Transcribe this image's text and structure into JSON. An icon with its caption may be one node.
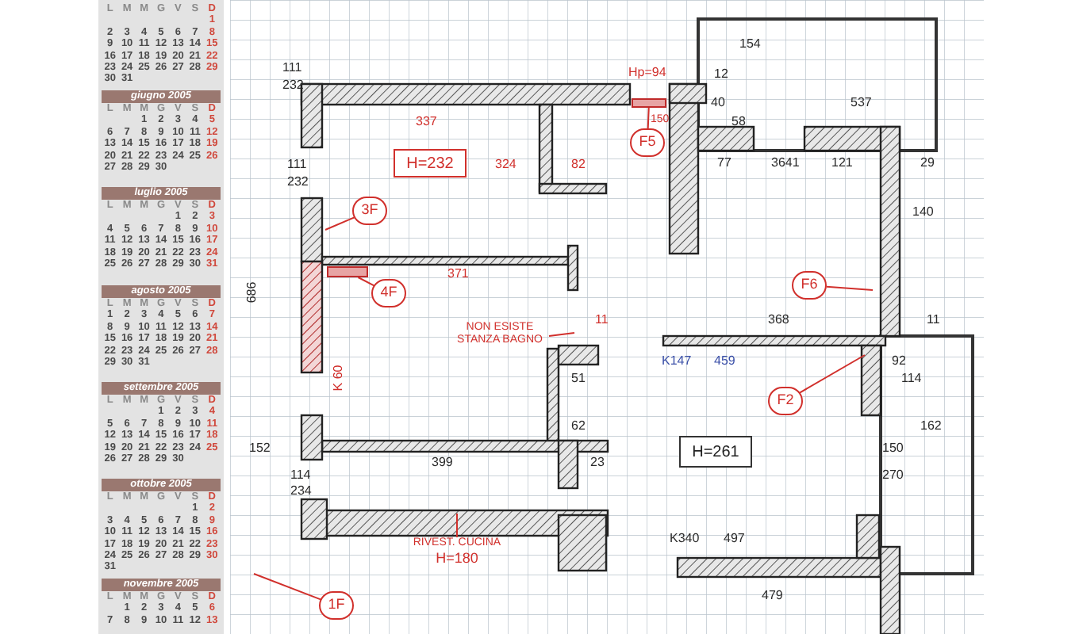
{
  "diagram": {
    "nodes": [
      {
        "text": [
          "H=232"
        ]
      },
      {
        "text": [
          "H=261"
        ]
      },
      {
        "text": [
          "3F"
        ]
      },
      {
        "text": [
          "4F"
        ]
      },
      {
        "text": [
          "F5"
        ]
      },
      {
        "text": [
          "F6"
        ]
      },
      {
        "text": [
          "F2"
        ]
      },
      {
        "text": [
          "1F"
        ]
      },
      {
        "text": [
          "NON ESISTE STANZA BAGNO"
        ]
      },
      {
        "text": [
          "RIVEST. CUCINA",
          "H=180"
        ]
      },
      {
        "text": [],
        "shape": "bar"
      },
      {
        "text": [],
        "shape": "bar"
      }
    ],
    "edges": [
      {
        "from": 2,
        "to": null,
        "arrow": "none"
      },
      {
        "from": 3,
        "to": 10,
        "arrow": "none"
      },
      {
        "from": 4,
        "to": 11,
        "arrow": "none"
      },
      {
        "from": 5,
        "to": null,
        "arrow": "none"
      },
      {
        "from": 6,
        "to": null,
        "arrow": "none"
      },
      {
        "from": 7,
        "to": null,
        "arrow": "none"
      },
      {
        "from": 8,
        "to": null,
        "arrow": "none"
      },
      {
        "from": 9,
        "to": null,
        "arrow": "none"
      }
    ],
    "labels": [
      "L M M G V S D",
      "1",
      "2 3 4 5 6 7 8",
      "9 10 11 12 13 14 15",
      "16 17 18 19 20 21 22",
      "23 24 25 26 27 28 29",
      "30 31",
      "giugno 2005",
      "L M M G V S D",
      "1 2 3 4 5",
      "6 7 8 9 10 11 12",
      "13 14 15 16 17 18 19",
      "20 21 22 23 24 25 26",
      "27 28 29 30",
      "luglio 2005",
      "L M M G V S D",
      "1 2 3",
      "4 5 6 7 8 9 10",
      "11 12 13 14 15 16 17",
      "18 19 20 21 22 23 24",
      "25 26 27 28 29 30 31",
      "agosto 2005",
      "L M M G V S D",
      "1 2 3 4 5 6 7",
      "8 9 10 11 12 13 14",
      "15 16 17 18 19 20 21",
      "22 23 24 25 26 27 28",
      "29 30 31",
      "settembre 2005",
      "L M M G V S D",
      "1 2 3 4",
      "5 6 7 8 9 10 11",
      "12 13 14 15 16 17 18",
      "19 20 21 22 23 24 25",
      "26 27 28 29 30",
      "ottobre 2005",
      "L M M G V S D",
      "1 2",
      "3 4 5 6 7 8 9",
      "10 11 12 13 14 15 16",
      "17 18 19 20 21 22 23",
      "24 25 26 27 28 29 30",
      "31",
      "novembre 2005",
      "L M M G V S D",
      "1 2 3 4 5 6",
      "7 8 9 10 11 12 13",
      "154",
      "111",
      "Hp=94",
      "12",
      "232",
      "40",
      "537",
      "337",
      "150",
      "58",
      "111",
      "324",
      "82",
      "77",
      "3641",
      "121",
      "29",
      "232",
      "140",
      "371",
      "686",
      "11",
      "368",
      "11",
      "K147",
      "459",
      "92",
      "K 60",
      "51",
      "114",
      "62",
      "162",
      "152",
      "150",
      "399",
      "23",
      "114",
      "270",
      "234",
      "K340",
      "497",
      "479"
    ]
  }
}
